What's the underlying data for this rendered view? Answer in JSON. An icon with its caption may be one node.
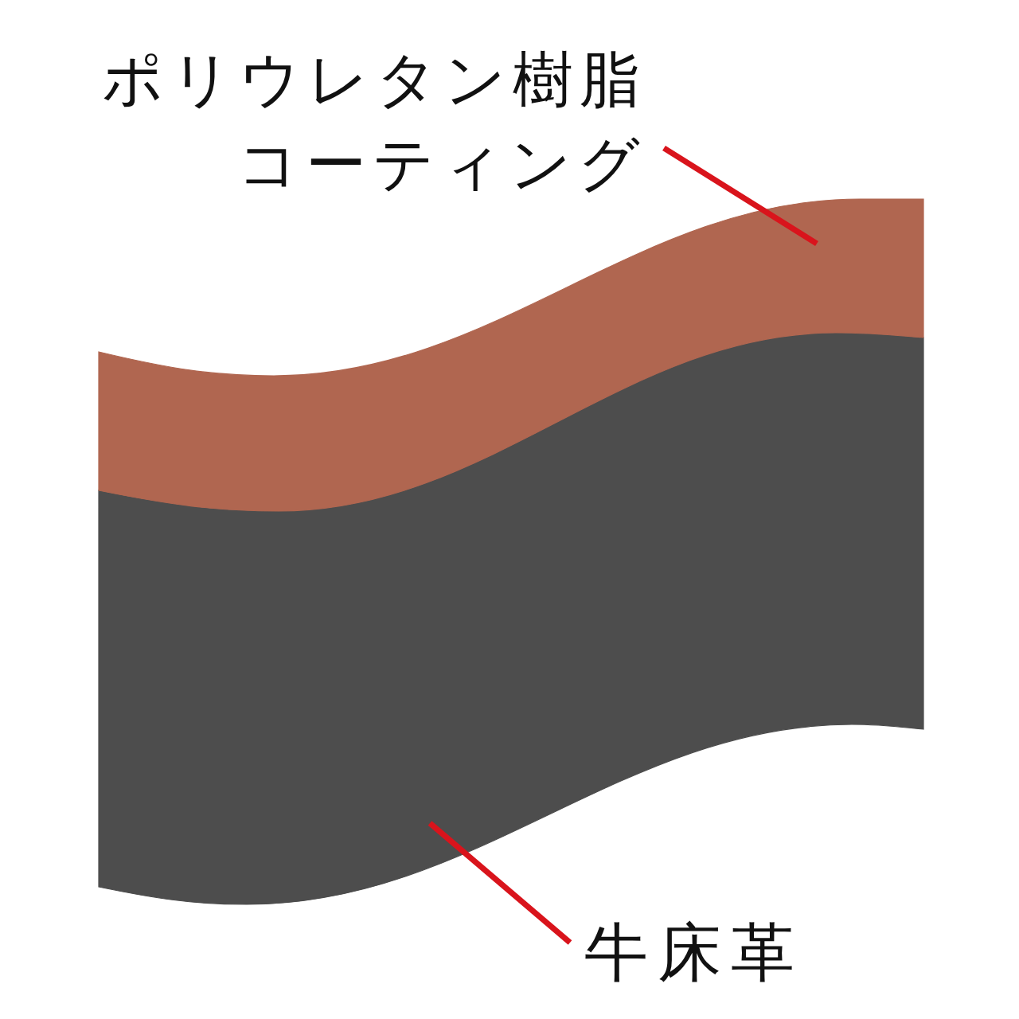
{
  "diagram": {
    "nodes": [
      {
        "text": [
          "ポリウレタン樹脂コーティング"
        ]
      },
      {
        "text": [],
        "shape": "band"
      },
      {
        "text": [],
        "shape": "band"
      },
      {
        "text": [
          "牛床革"
        ]
      }
    ],
    "edges": [
      {
        "from": 0,
        "to": 1,
        "arrow": "none"
      },
      {
        "from": 3,
        "to": 2,
        "arrow": "none"
      }
    ]
  }
}
